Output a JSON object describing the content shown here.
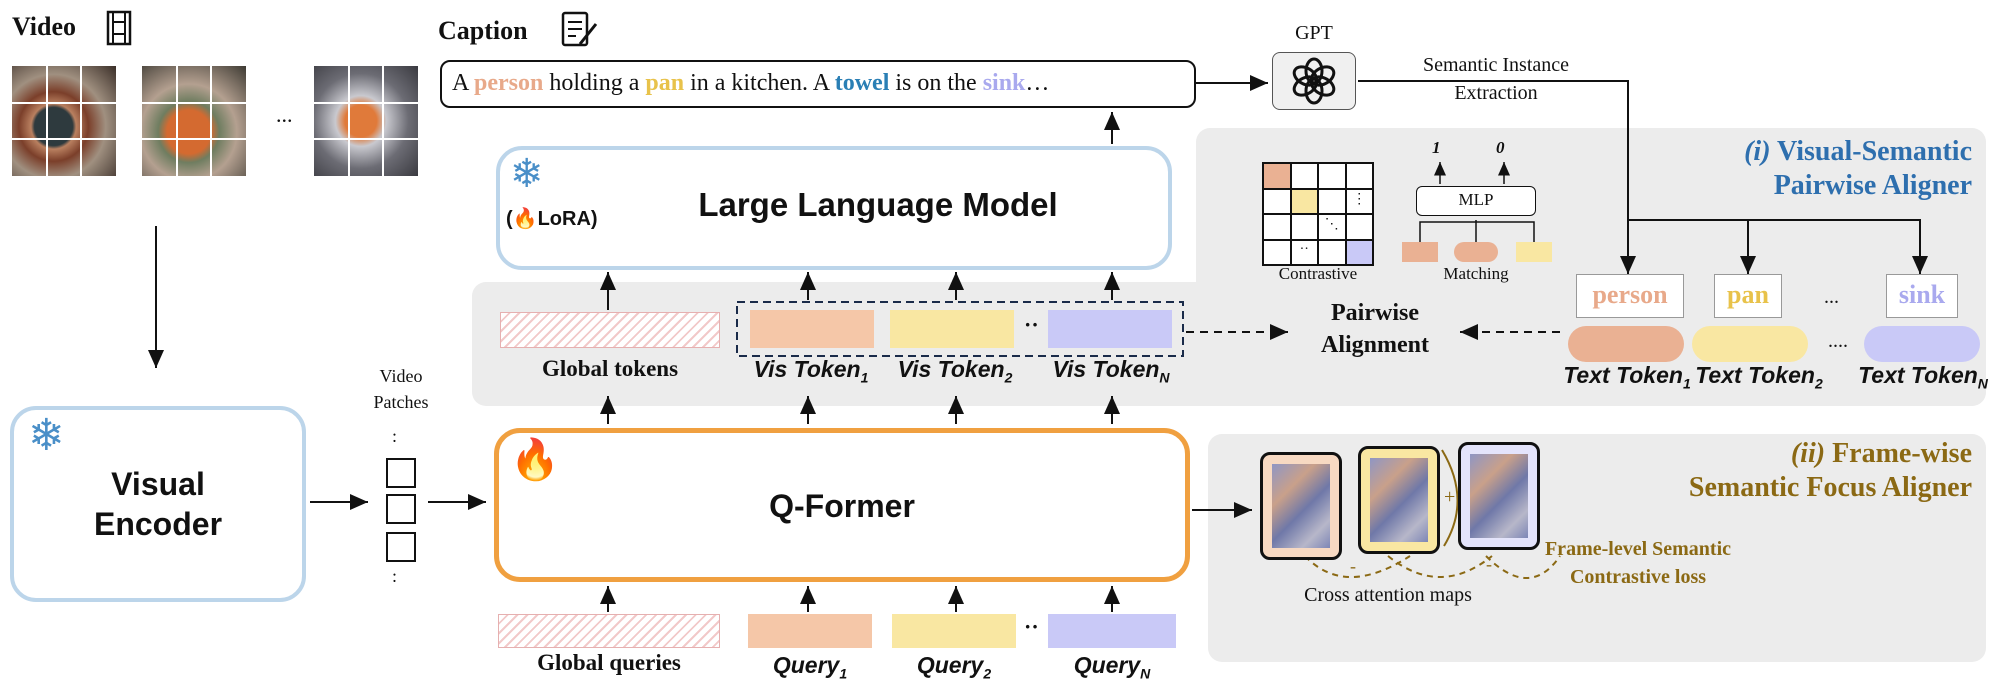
{
  "video": {
    "title": "Video",
    "ellipsis": "..."
  },
  "caption": {
    "title": "Caption",
    "parts": [
      {
        "text": "A ",
        "color": "#111111",
        "bold": false
      },
      {
        "text": "person",
        "color": "#e8a98a",
        "bold": true
      },
      {
        "text": " holding a ",
        "color": "#111111",
        "bold": false
      },
      {
        "text": "pan",
        "color": "#e8c24a",
        "bold": true
      },
      {
        "text": " in a kitchen. A ",
        "color": "#111111",
        "bold": false
      },
      {
        "text": "towel",
        "color": "#2a7fb5",
        "bold": true
      },
      {
        "text": " is on the ",
        "color": "#111111",
        "bold": false
      },
      {
        "text": "sink",
        "color": "#a9a9ee",
        "bold": true
      },
      {
        "text": "…",
        "color": "#111111",
        "bold": false
      }
    ]
  },
  "gpt": {
    "label": "GPT",
    "arrow_label_line1": "Semantic Instance",
    "arrow_label_line2": "Extraction"
  },
  "llm": {
    "title": "Large Language Model",
    "lora": "(🔥LoRA)"
  },
  "visual_encoder": {
    "line1": "Visual",
    "line2": "Encoder"
  },
  "video_patches": {
    "line1": "Video",
    "line2": "Patches"
  },
  "qformer": {
    "title": "Q-Former"
  },
  "tokens": {
    "global_tokens": "Global tokens",
    "vis_token": "Vis Token",
    "vis_subs": [
      "1",
      "2",
      "N"
    ],
    "global_queries": "Global queries",
    "query": "Query",
    "query_subs": [
      "1",
      "2",
      "N"
    ],
    "dots": "··"
  },
  "pairwise_alignment": {
    "line1": "Pairwise",
    "line2": "Alignment"
  },
  "aligner1": {
    "roman": "(i)",
    "line1": "Visual-Semantic",
    "line2": "Pairwise Aligner"
  },
  "aligner2": {
    "roman": "(ii)",
    "line1": "Frame-wise",
    "line2": "Semantic Focus Aligner"
  },
  "contrastive": {
    "label": "Contrastive",
    "dots_v": "⋮",
    "dots_d": "⋱",
    "dots_h": "··"
  },
  "matching": {
    "label": "Matching",
    "mlp": "MLP",
    "one": "1",
    "zero": "0"
  },
  "text_tokens": {
    "words": [
      "person",
      "pan",
      "sink"
    ],
    "word_colors": [
      "#e8a98a",
      "#e8c24a",
      "#a9a9ee"
    ],
    "ellipsis": "...",
    "ellipsis2": "....",
    "caption": "Text Token",
    "subs": [
      "1",
      "2",
      "N"
    ]
  },
  "frame_focus": {
    "cross_attention": "Cross attention maps",
    "loss_line1": "Frame-level Semantic",
    "loss_line2": "Contrastive loss",
    "minus": "-",
    "plus": "+"
  },
  "colors": {
    "salmon": "#f5c7a8",
    "yellow": "#f9e7a2",
    "lavender": "#c9c9f7",
    "blue_border": "#bcd5ea",
    "orange_border": "#f0a040",
    "olive": "#8b6914",
    "accent_blue": "#2e6fae"
  }
}
